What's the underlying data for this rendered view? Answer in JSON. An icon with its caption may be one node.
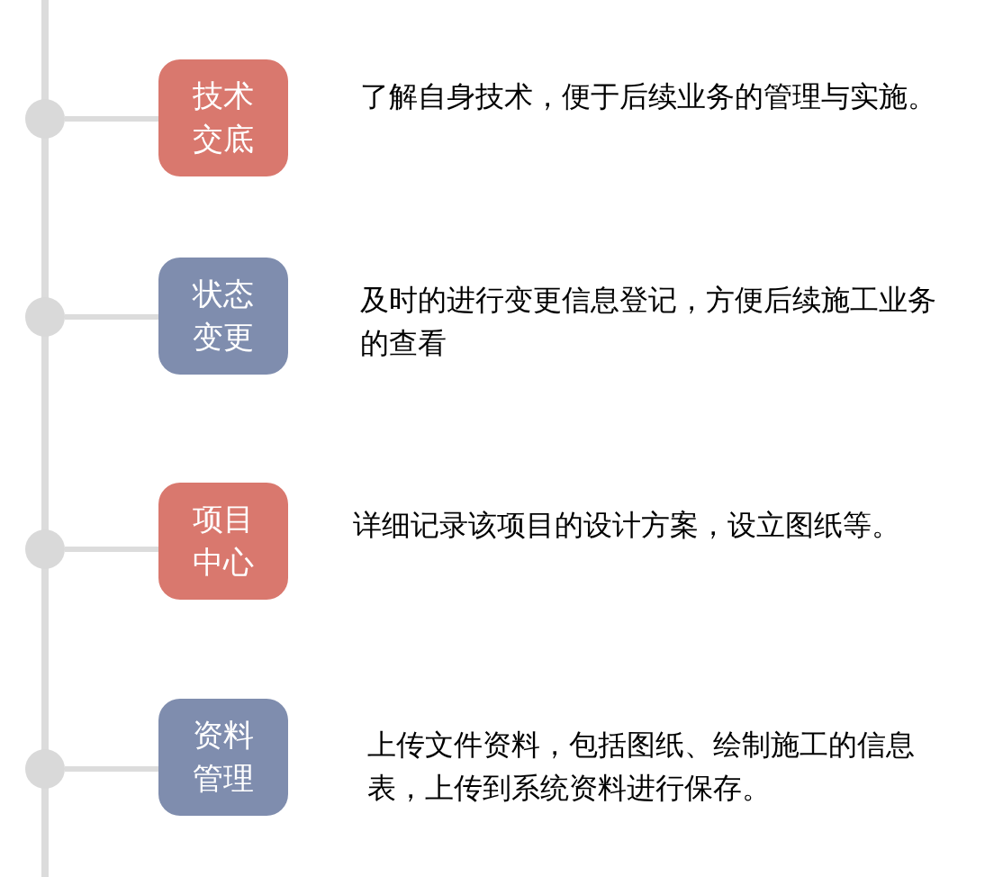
{
  "diagram": {
    "nodes": [
      {
        "text": [],
        "shape": "circle"
      },
      {
        "text": [
          "技术交底"
        ],
        "beside": [
          "了解自身技术，便于后续业务的管理与实施。"
        ]
      },
      {
        "text": [],
        "shape": "circle"
      },
      {
        "text": [
          "状态变更"
        ],
        "beside": [
          "及时的进行变更信息登记，方便后续施工业务的查看"
        ]
      },
      {
        "text": [],
        "shape": "circle"
      },
      {
        "text": [
          "项目中心"
        ],
        "beside": [
          "详细记录该项目的设计方案，设立图纸等。"
        ]
      },
      {
        "text": [],
        "shape": "circle"
      },
      {
        "text": [
          "资料管理"
        ],
        "beside": [
          "上传文件资料，包括图纸、绘制施工的信息表，上传到系统资料进行保存。"
        ]
      }
    ],
    "edges": [
      {
        "from": 0,
        "to": 1,
        "arrow": "none"
      },
      {
        "from": 2,
        "to": 3,
        "arrow": "none"
      },
      {
        "from": 4,
        "to": 5,
        "arrow": "none"
      },
      {
        "from": 6,
        "to": 7,
        "arrow": "none"
      }
    ]
  }
}
